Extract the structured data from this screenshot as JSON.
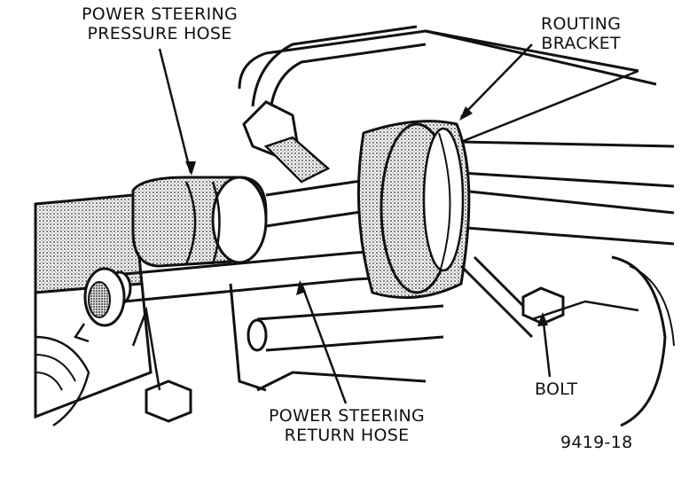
{
  "callouts": {
    "pressure_hose": {
      "line1": "POWER STEERING",
      "line2": "PRESSURE HOSE"
    },
    "routing_bracket": {
      "line1": "ROUTING",
      "line2": "BRACKET"
    },
    "return_hose": {
      "line1": "POWER STEERING",
      "line2": "RETURN HOSE"
    },
    "bolt": "BOLT"
  },
  "figure_number": "9419-18",
  "colors": {
    "ink": "#111111",
    "paper": "#ffffff",
    "stipple": "#9a9a9a"
  }
}
